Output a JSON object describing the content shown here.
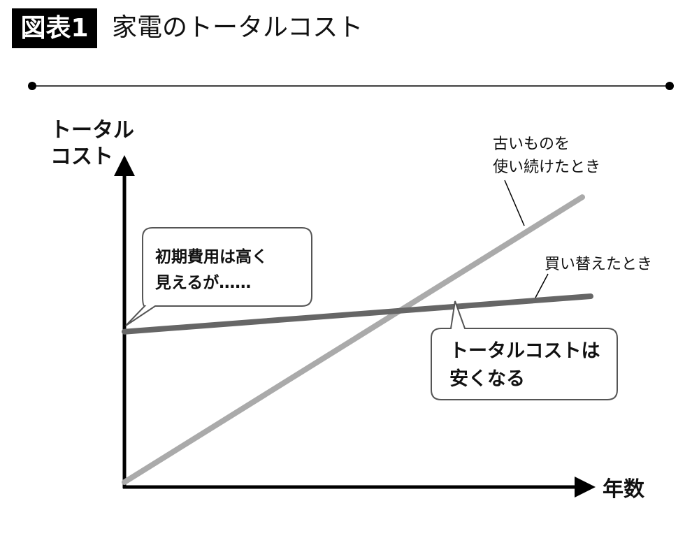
{
  "header": {
    "badge": "図表1",
    "title": "家電のトータルコスト"
  },
  "chart_data": {
    "type": "line",
    "title": "家電のトータルコスト",
    "xlabel": "年数",
    "ylabel_lines": [
      "トータル",
      "コスト"
    ],
    "x": [
      0,
      10
    ],
    "xlim": [
      0,
      10
    ],
    "ylim": [
      0,
      10
    ],
    "series": [
      {
        "name_lines": [
          "古いものを",
          "使い続けたとき"
        ],
        "values": [
          0,
          9
        ],
        "color": "#aaaaaa"
      },
      {
        "name_lines": [
          "買い替えたとき"
        ],
        "values": [
          4.7,
          5.8
        ],
        "color": "#666666"
      }
    ],
    "annotations": [
      {
        "lines": [
          "初期費用は高く",
          "見えるが……"
        ]
      },
      {
        "lines": [
          "トータルコストは",
          "安くなる"
        ]
      }
    ],
    "grid": false
  }
}
